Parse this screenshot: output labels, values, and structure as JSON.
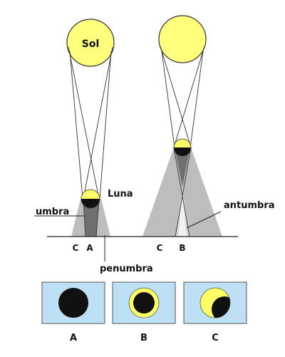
{
  "labels": {
    "sol": "Sol",
    "luna": "Luna",
    "umbra": "umbra",
    "penumbra": "penumbra",
    "antumbra": "antumbra",
    "left_c": "C",
    "left_a": "A",
    "right_c": "C",
    "right_b": "B"
  },
  "panels": [
    {
      "id": "A",
      "label": "A",
      "view": "total"
    },
    {
      "id": "B",
      "label": "B",
      "view": "annular"
    },
    {
      "id": "C",
      "label": "C",
      "view": "partial"
    }
  ],
  "colors": {
    "sun": "#ffff7d",
    "sun_outline": "#333333",
    "moon_lit": "#ffff66",
    "moon_dark": "#111111",
    "penumbra": "#bdbdbd",
    "umbra": "#6f6f6f",
    "panel_bg": "#bde0f5",
    "rays": "#333333",
    "ground": "#222222"
  }
}
